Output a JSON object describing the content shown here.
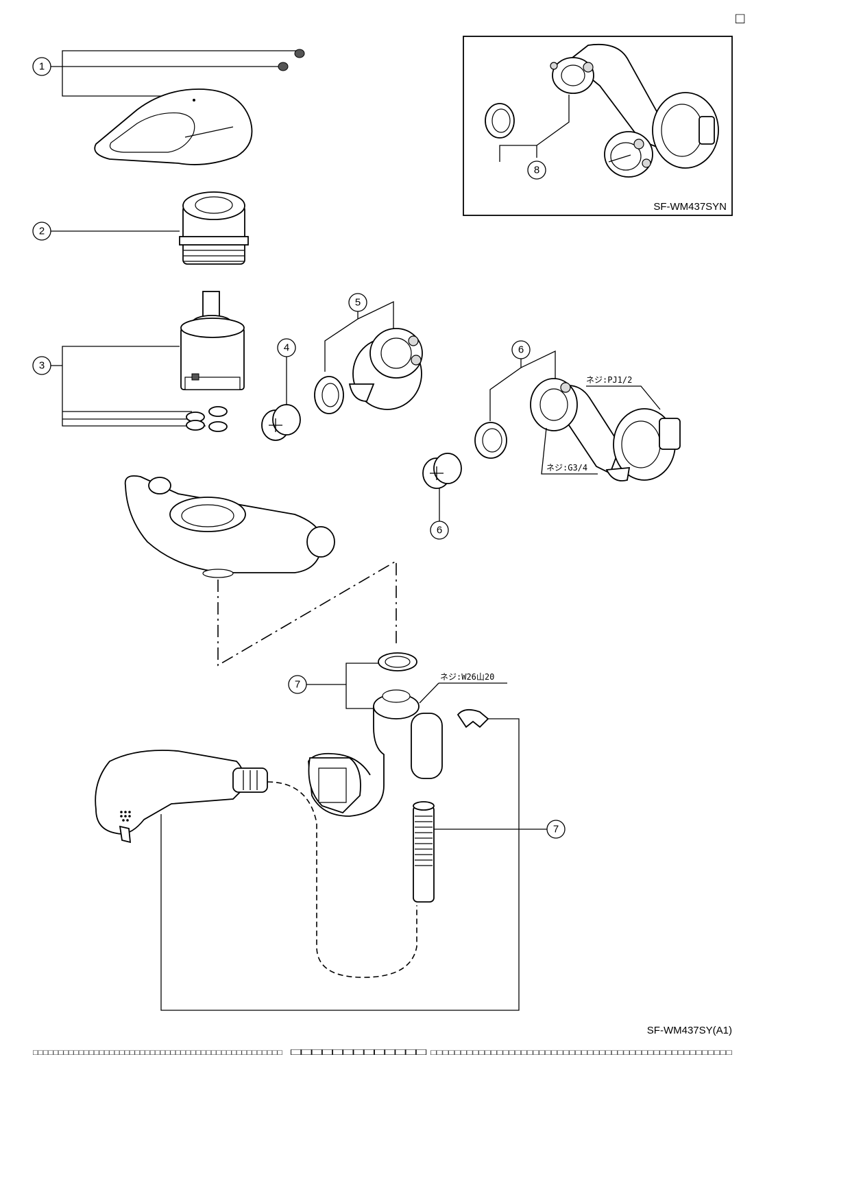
{
  "corner_mark": "□",
  "inset": {
    "model_label": "SF-WM437SYN",
    "callout": "8"
  },
  "callouts": [
    "1",
    "2",
    "3",
    "4",
    "5",
    "6",
    "7",
    "7",
    "6"
  ],
  "thread_labels": {
    "pj": "ネジ:PJ1/2",
    "g34": "ネジ:G3/4",
    "w26": "ネジ:W26山20"
  },
  "model_code": "SF-WM437SY(A1)",
  "footer_strip": {
    "left": "□□□□□□□□□□□□□□□□□□□□□□□□□□□□□□□□□□□□□□□□□□□□□□□□□",
    "middle": "□□□□□□□□□□□□□",
    "right": "□□□□□□□□□□□□□□□□□□□□□□□□□□□□□□□□□□□□□□□□□□□□□□□□□□"
  }
}
